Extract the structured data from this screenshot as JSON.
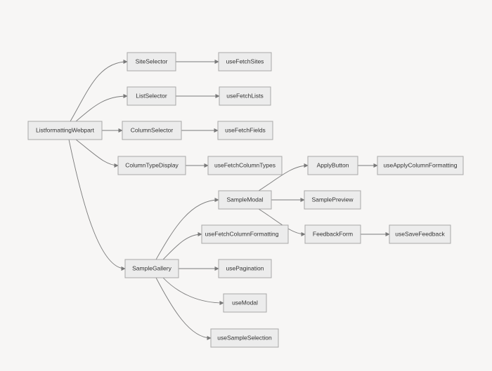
{
  "diagram": {
    "colors": {
      "background": "#f7f6f5",
      "node_fill": "#ececec",
      "node_border": "#a8a8a8",
      "edge": "#7a7a7a",
      "text": "#333333"
    },
    "nodes": {
      "webpart": "ListformattingWebpart",
      "site_selector": "SiteSelector",
      "use_fetch_sites": "useFetchSites",
      "list_selector": "ListSelector",
      "use_fetch_lists": "useFetchLists",
      "column_selector": "ColumnSelector",
      "use_fetch_fields": "useFetchFields",
      "column_type_display": "ColumnTypeDisplay",
      "use_fetch_column_types": "useFetchColumnTypes",
      "sample_modal": "SampleModal",
      "apply_button": "ApplyButton",
      "use_apply_column_formatting": "useApplyColumnFormatting",
      "sample_preview": "SamplePreview",
      "feedback_form": "FeedbackForm",
      "use_save_feedback": "useSaveFeedback",
      "use_fetch_column_formatting": "useFetchColumnFormatting",
      "sample_gallery": "SampleGallery",
      "use_pagination": "usePagination",
      "use_modal": "useModal",
      "use_sample_selection": "useSampleSelection"
    },
    "edges": [
      [
        "webpart",
        "site_selector"
      ],
      [
        "webpart",
        "list_selector"
      ],
      [
        "webpart",
        "column_selector"
      ],
      [
        "webpart",
        "column_type_display"
      ],
      [
        "webpart",
        "sample_gallery"
      ],
      [
        "site_selector",
        "use_fetch_sites"
      ],
      [
        "list_selector",
        "use_fetch_lists"
      ],
      [
        "column_selector",
        "use_fetch_fields"
      ],
      [
        "column_type_display",
        "use_fetch_column_types"
      ],
      [
        "sample_gallery",
        "sample_modal"
      ],
      [
        "sample_gallery",
        "use_fetch_column_formatting"
      ],
      [
        "sample_gallery",
        "use_pagination"
      ],
      [
        "sample_gallery",
        "use_modal"
      ],
      [
        "sample_gallery",
        "use_sample_selection"
      ],
      [
        "sample_modal",
        "apply_button"
      ],
      [
        "sample_modal",
        "sample_preview"
      ],
      [
        "sample_modal",
        "feedback_form"
      ],
      [
        "apply_button",
        "use_apply_column_formatting"
      ],
      [
        "feedback_form",
        "use_save_feedback"
      ]
    ]
  }
}
